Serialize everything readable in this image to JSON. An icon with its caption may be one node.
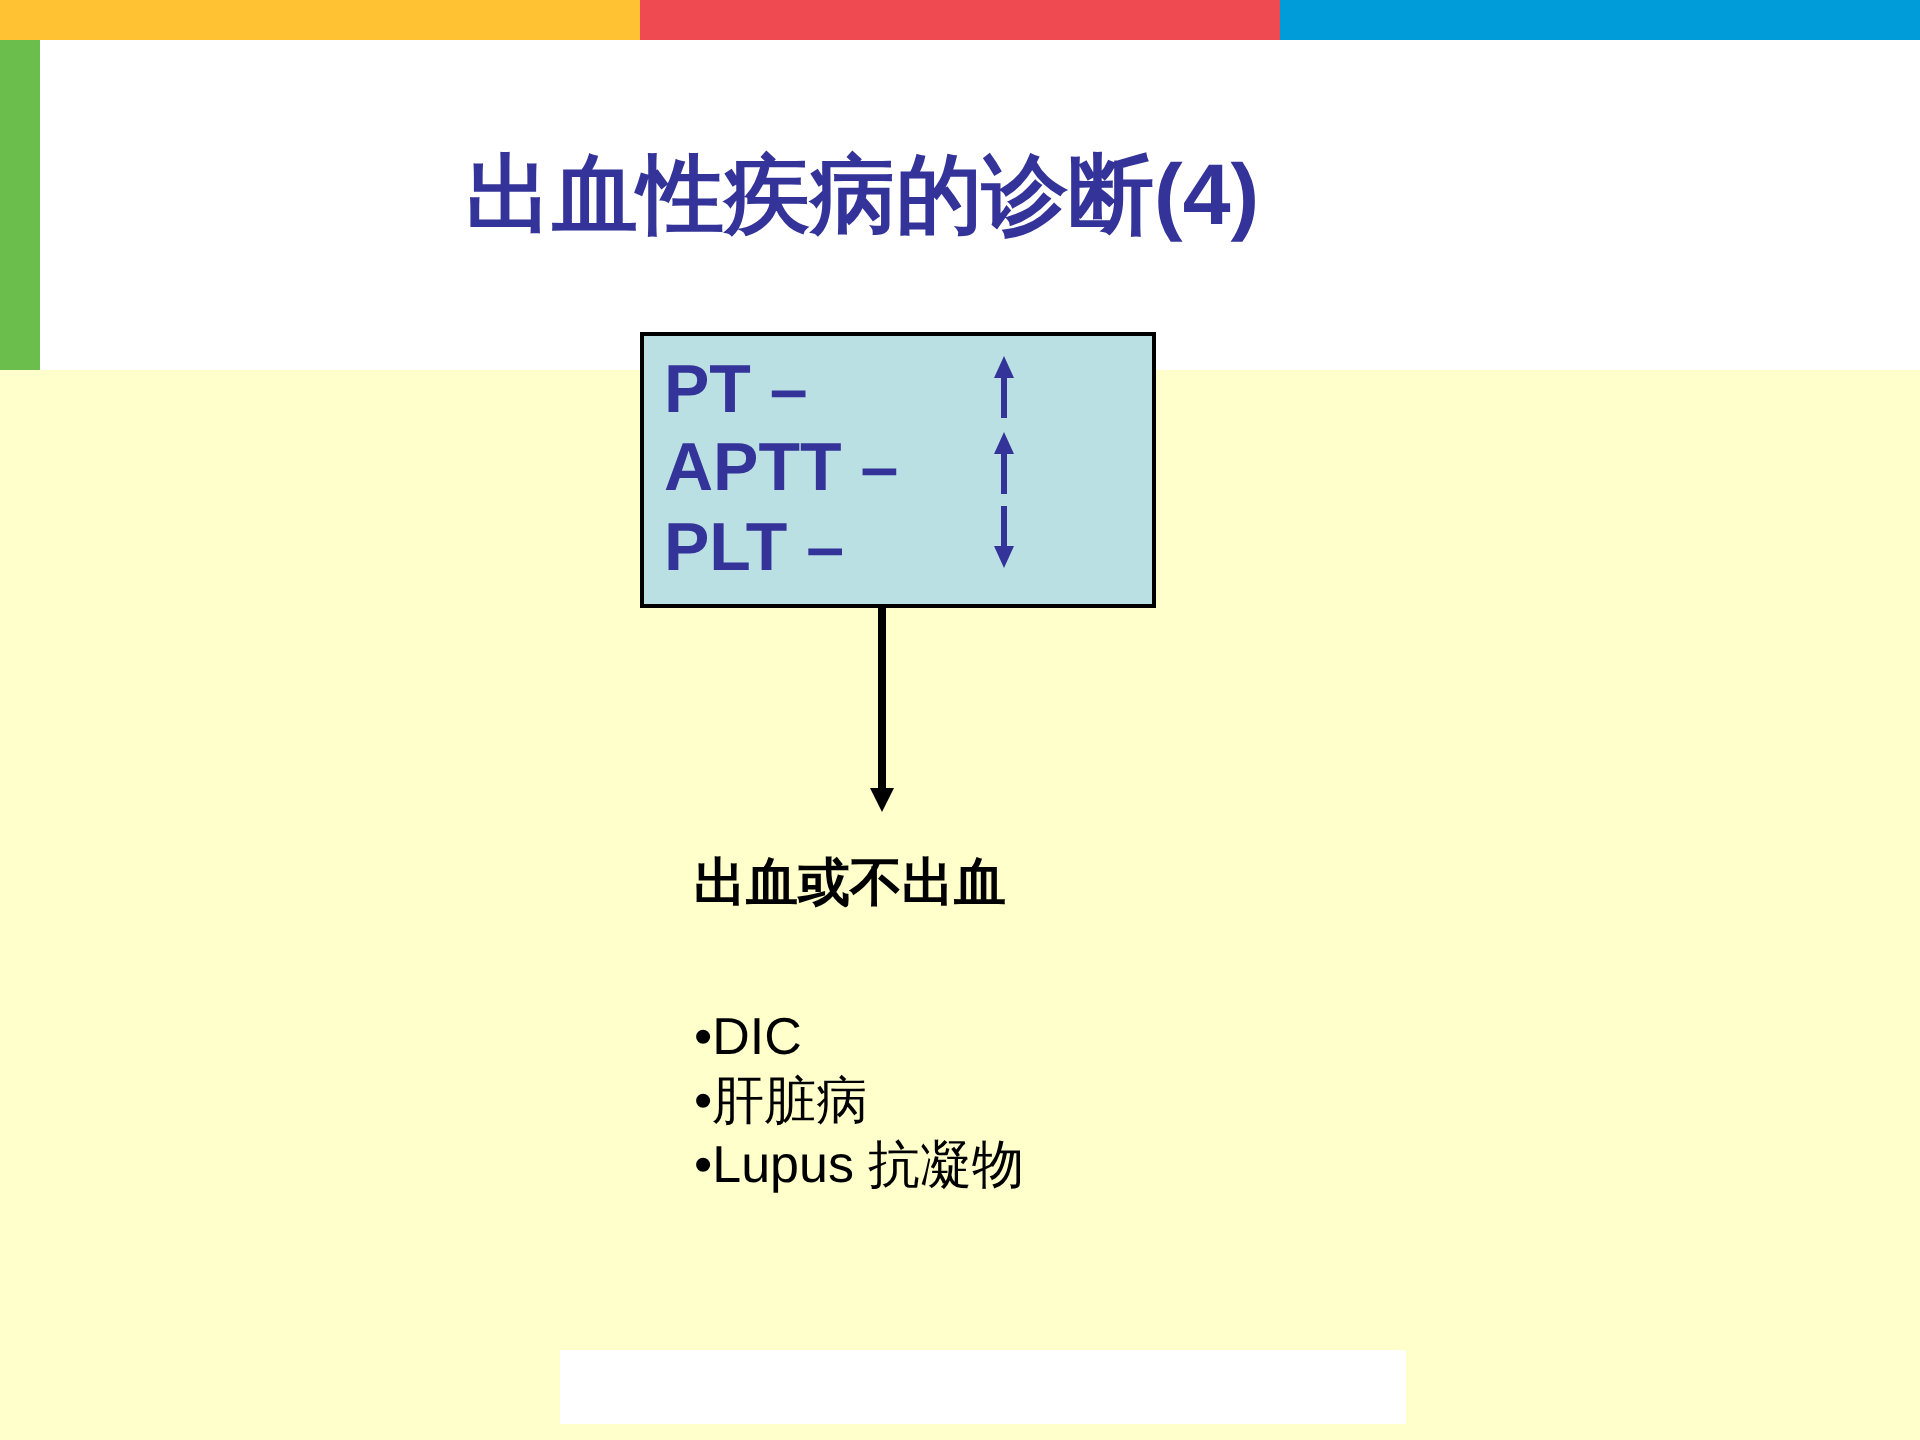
{
  "diagram": {
    "title": "出血性疾病的诊断(4)",
    "nodes": [
      {
        "text": [
          "PT –",
          "APTT –",
          "PLT –"
        ]
      },
      {
        "text": [
          "出血或不出血"
        ]
      }
    ],
    "edges": [
      {
        "from": 0,
        "to": 1,
        "arrow": "to"
      }
    ],
    "labels": [
      "•DIC",
      "•肝脏病",
      "•Lupus 抗凝物"
    ]
  }
}
